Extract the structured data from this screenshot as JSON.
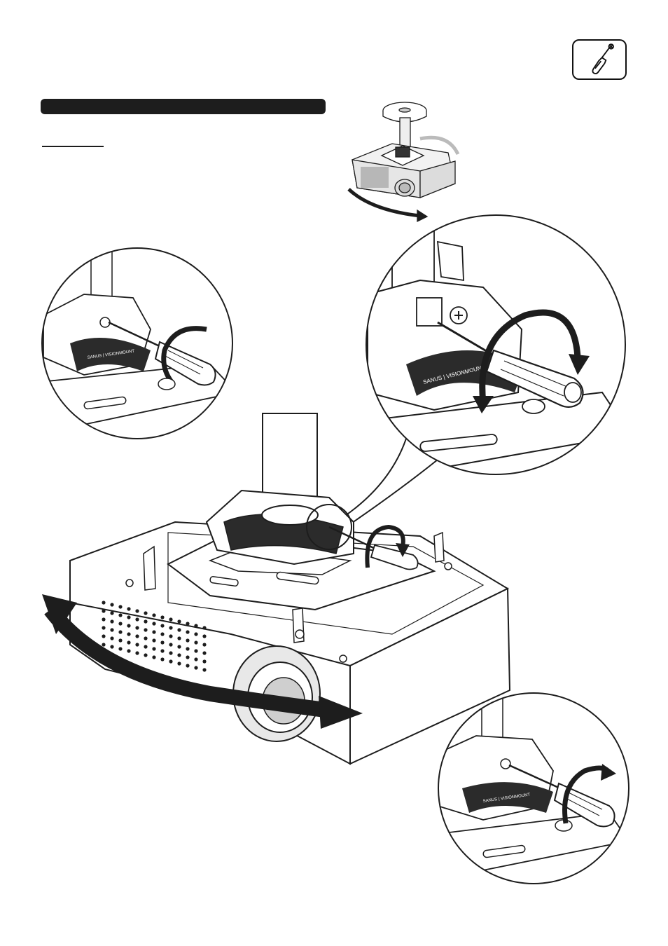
{
  "page": {
    "tool_icon": "screwdriver-icon",
    "section_header_text": "",
    "step_label_text": ""
  },
  "figures": {
    "overview": {
      "icon": "projector-rotate-overview",
      "action": "rotate projector on mount"
    },
    "detail_top_left": {
      "icon": "screwdriver-tighten-detail"
    },
    "detail_top_right": {
      "icon": "screwdriver-loosen-detail",
      "brand_text": "SANUS | VISIONMOUNT"
    },
    "detail_bottom_right": {
      "icon": "screwdriver-tighten-detail"
    },
    "main": {
      "icon": "projector-mount-main"
    }
  },
  "colors": {
    "ink": "#1d1d1d",
    "shade": "#555555",
    "paper": "#ffffff"
  }
}
